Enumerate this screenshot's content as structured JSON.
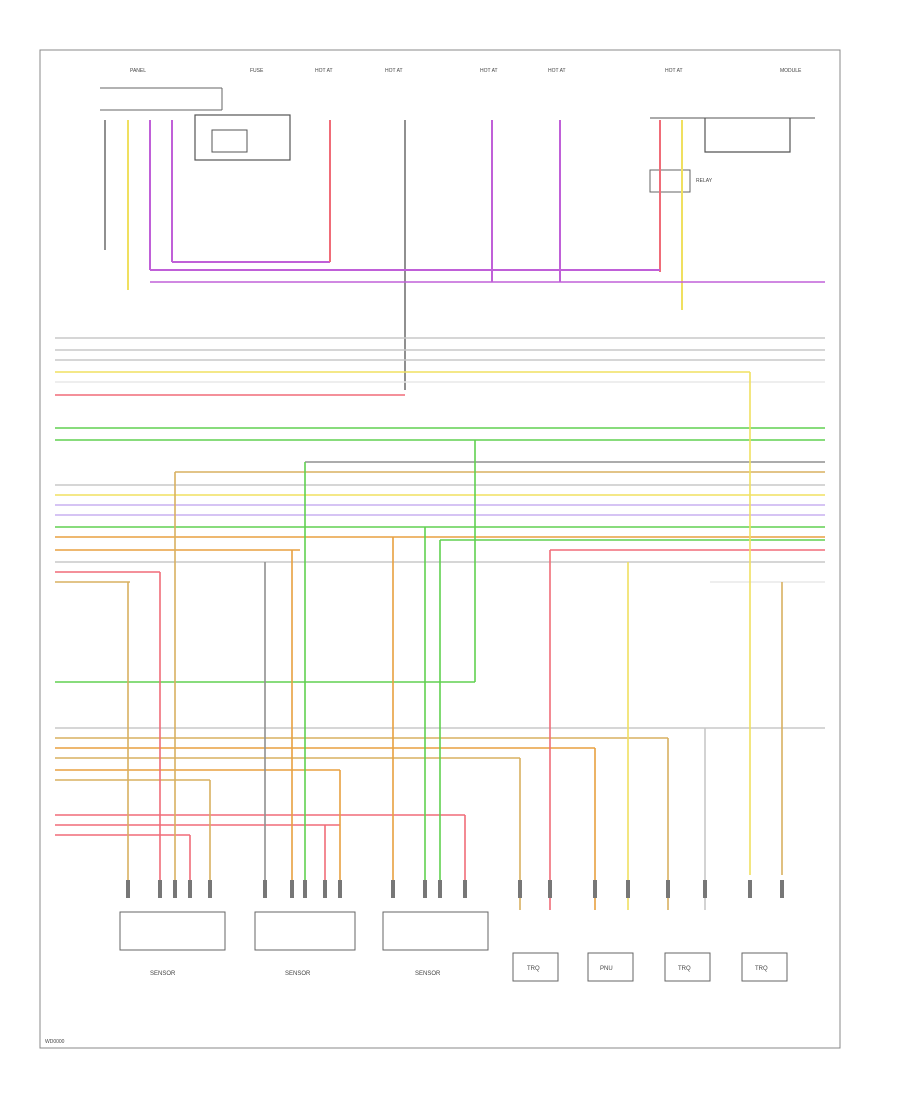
{
  "page": {
    "footer_code": "WD0000"
  },
  "colors": {
    "purple": "#c060d8",
    "pink": "#f06c78",
    "yellow": "#f0e060",
    "green": "#60d050",
    "gray": "#909090",
    "orange": "#e8a040",
    "tan": "#d8b060",
    "lightgray": "#c8c8c8",
    "lavender": "#c8b0f0",
    "black": "#303030",
    "white": "#e8e8e8"
  },
  "top_modules": {
    "m1": "PANEL",
    "m2": "FUSE",
    "m3": "HOT AT",
    "m4": "HOT AT",
    "m5": "HOT AT",
    "m6": "HOT AT",
    "m7": "HOT AT",
    "m8": "MODULE"
  },
  "relay": {
    "label": "RELAY"
  },
  "bottom_boxes": {
    "b1": "SENSOR",
    "b2": "SENSOR",
    "b3": "SENSOR",
    "b4": "TRQ",
    "b5": "PNU",
    "b6": "TRQ",
    "b7": "TRQ"
  }
}
